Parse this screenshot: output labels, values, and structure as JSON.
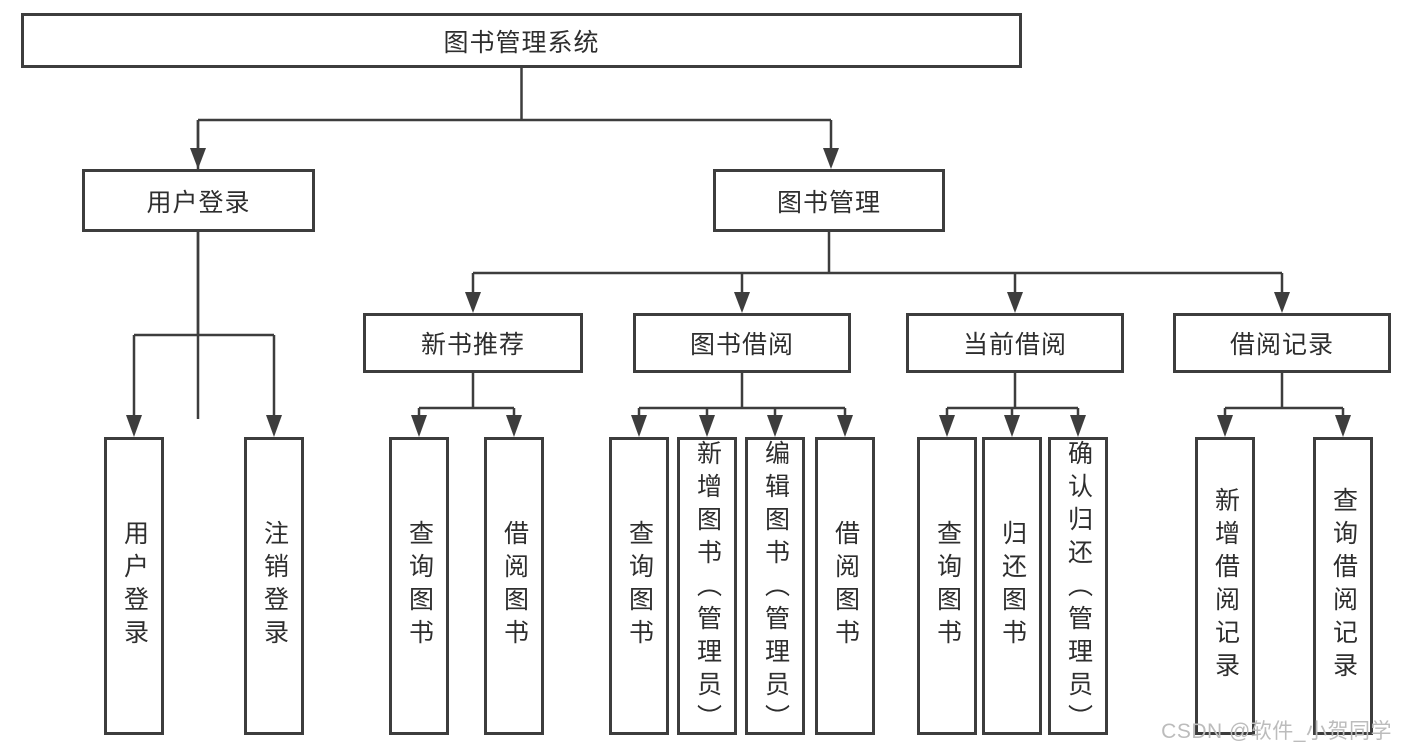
{
  "diagram": {
    "title": "图书管理系统",
    "nodes": {
      "root": "图书管理系统",
      "user_login": "用户登录",
      "book_management": "图书管理",
      "new_book_recommend": "新书推荐",
      "book_borrowing": "图书借阅",
      "current_borrowing": "当前借阅",
      "borrowing_records": "借阅记录",
      "leaf_user_login": "用户登录",
      "leaf_logout": "注销登录",
      "leaf_nbr_query_books": "查询图书",
      "leaf_nbr_borrow_books": "借阅图书",
      "leaf_bb_query_books": "查询图书",
      "leaf_bb_add_books": "新增图书（管理员）",
      "leaf_bb_edit_books": "编辑图书（管理员）",
      "leaf_bb_borrow_books": "借阅图书",
      "leaf_cb_query_books": "查询图书",
      "leaf_cb_return_books": "归还图书",
      "leaf_cb_confirm_return": "确认归还（管理员）",
      "leaf_br_add_record": "新增借阅记录",
      "leaf_br_query_record": "查询借阅记录"
    }
  },
  "watermark": {
    "text": "CSDN @软件_小贺同学"
  },
  "colors": {
    "line": "#3d3d3d",
    "border": "#3d3d3d",
    "text": "#2e2e2e",
    "box_background": "#ffffff",
    "watermark": "#bcbcbc"
  }
}
